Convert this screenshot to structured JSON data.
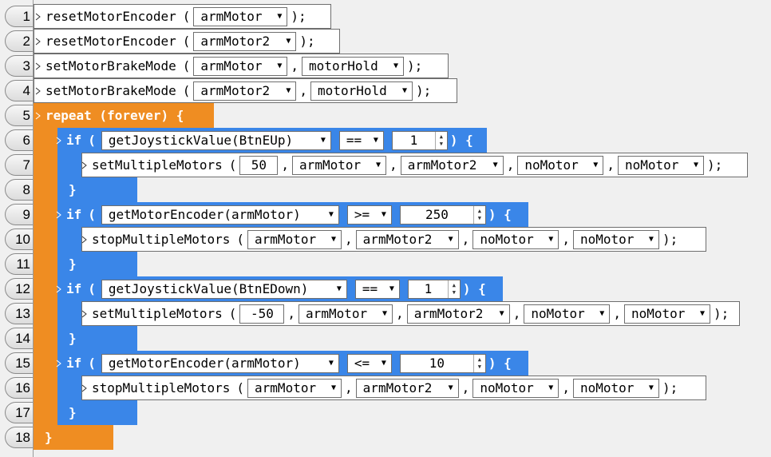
{
  "line_numbers": [
    "1",
    "2",
    "3",
    "4",
    "5",
    "6",
    "7",
    "8",
    "9",
    "10",
    "11",
    "12",
    "13",
    "14",
    "15",
    "16",
    "17",
    "18"
  ],
  "functions": {
    "resetMotorEncoder": "resetMotorEncoder",
    "setMotorBrakeMode": "setMotorBrakeMode",
    "getJoystickValue": "getJoystickValue(BtnEUp)",
    "getJoystickValueDown": "getJoystickValue(BtnEDown)",
    "getMotorEncoder": "getMotorEncoder(armMotor)",
    "setMultipleMotors": "setMultipleMotors",
    "stopMultipleMotors": "stopMultipleMotors"
  },
  "keywords": {
    "repeat": "repeat (forever) {",
    "if": "if",
    "close_brace": "}"
  },
  "punct": {
    "open": "(",
    "open_sp": "( ",
    "comma": ",",
    "close_semi": ");",
    "close_if": ") {"
  },
  "values": {
    "armMotor": "armMotor",
    "armMotor2": "armMotor2",
    "motorHold": "motorHold",
    "noMotor": "noMotor",
    "eq": "==",
    "ge": ">=",
    "le": "<=",
    "one": "1",
    "v250": "250",
    "v10": "10",
    "v50": "50",
    "vneg50": "-50"
  }
}
